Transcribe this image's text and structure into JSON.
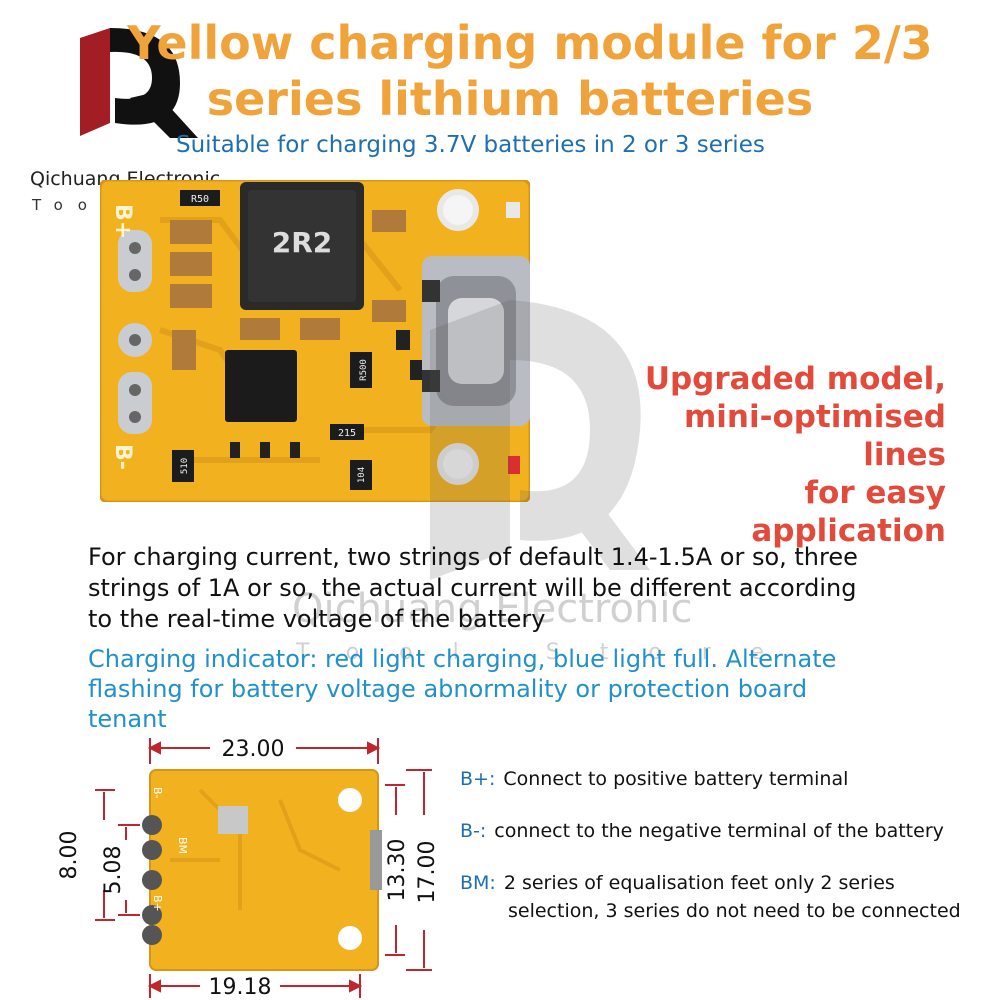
{
  "title_line1": "Yellow charging module for 2/3",
  "title_line2": "series lithium batteries",
  "subtitle": "Suitable for charging 3.7V batteries in 2 or 3 series",
  "brand": {
    "name": "Qichuang Electronic",
    "sub": "Tool Store"
  },
  "board": {
    "inductor_label": "2R2",
    "silk_bplus": "B+",
    "silk_bminus": "B-",
    "resistor_labels": [
      "R50",
      "R500",
      "215",
      "510",
      "104"
    ],
    "colors": {
      "pcb": "#f2b21f",
      "pcb_dark": "#d8951a",
      "chip": "#1b1b1b",
      "metal": "#b9bcc2"
    }
  },
  "upgrade_text": [
    "Upgraded model,",
    "mini-optimised lines",
    "for easy application"
  ],
  "description": "For charging current, two strings of default 1.4-1.5A or so, three strings of 1A or so, the actual current will be different according to the real-time voltage of the battery",
  "indicator": "Charging indicator: red light charging, blue light full. Alternate flashing for battery voltage abnormality or protection board tenant",
  "watermark": {
    "text": "Qichuang Electronic",
    "sub": "Tool Store"
  },
  "dimensions": {
    "width_top": "23.00",
    "width_bottom": "19.18",
    "left_outer": "8.00",
    "left_inner": "5.08",
    "right_inner": "13.30",
    "right_outer": "17.00",
    "pin_bminus": "B-",
    "pin_bm": "BM",
    "pin_bplus": "B+"
  },
  "pins": [
    {
      "key": "B+:",
      "desc": "Connect to positive battery terminal",
      "desc2": ""
    },
    {
      "key": "B-:",
      "desc": "connect to the negative terminal of the battery",
      "desc2": ""
    },
    {
      "key": "BM:",
      "desc": "2 series of equalisation feet only 2 series",
      "desc2": "selection, 3 series do not need to be connected"
    }
  ]
}
